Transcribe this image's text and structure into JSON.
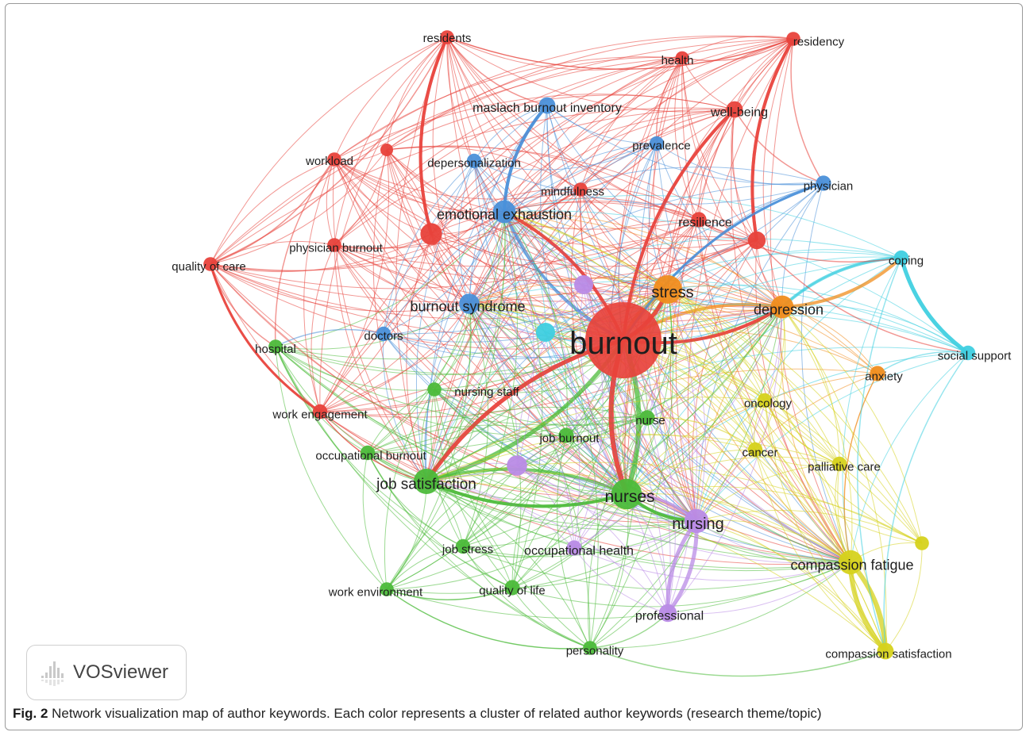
{
  "logo": {
    "text": "VOSviewer"
  },
  "caption": {
    "fig": "Fig. 2",
    "text": " Network visualization map of author keywords. Each color represents a cluster of related author keywords (research theme/topic)"
  },
  "colors": {
    "red": "#e8423b",
    "blue": "#4a90d9",
    "green": "#4cbb3a",
    "yellow": "#d6d21c",
    "orange": "#f08d1e",
    "cyan": "#3fcfe0",
    "purple": "#b98be6"
  },
  "nodes": [
    {
      "id": "burnout",
      "label": "burnout",
      "cluster": "red",
      "weight": 10
    },
    {
      "id": "residents",
      "label": "residents",
      "cluster": "red",
      "weight": 1.2
    },
    {
      "id": "residency",
      "label": "residency",
      "cluster": "red",
      "weight": 1.2
    },
    {
      "id": "health",
      "label": "health",
      "cluster": "red",
      "weight": 1.1
    },
    {
      "id": "wellbeing",
      "label": "well-being",
      "cluster": "red",
      "weight": 1.6
    },
    {
      "id": "workload",
      "label": "workload",
      "cluster": "red",
      "weight": 1.2
    },
    {
      "id": "physician_burnout",
      "label": "physician burnout",
      "cluster": "red",
      "weight": 1.2
    },
    {
      "id": "quality_of_care",
      "label": "quality of care",
      "cluster": "red",
      "weight": 1.2
    },
    {
      "id": "work_engagement",
      "label": "work engagement",
      "cluster": "red",
      "weight": 1.3
    },
    {
      "id": "resilience",
      "label": "resilience",
      "cluster": "red",
      "weight": 1.4
    },
    {
      "id": "mindfulness",
      "label": "mindfulness",
      "cluster": "red",
      "weight": 1.2
    },
    {
      "id": "red_unlabeled_a",
      "label": "",
      "cluster": "red",
      "weight": 2.4
    },
    {
      "id": "red_unlabeled_b",
      "label": "",
      "cluster": "red",
      "weight": 1.8
    },
    {
      "id": "red_unlabeled_c",
      "label": "",
      "cluster": "red",
      "weight": 1.0
    },
    {
      "id": "mbi",
      "label": "maslach burnout inventory",
      "cluster": "blue",
      "weight": 1.6
    },
    {
      "id": "depersonalization",
      "label": "depersonalization",
      "cluster": "blue",
      "weight": 1.3
    },
    {
      "id": "prevalence",
      "label": "prevalence",
      "cluster": "blue",
      "weight": 1.3
    },
    {
      "id": "emotional_exhaustion",
      "label": "emotional exhaustion",
      "cluster": "blue",
      "weight": 2.6
    },
    {
      "id": "burnout_syndrome",
      "label": "burnout syndrome",
      "cluster": "blue",
      "weight": 2.2
    },
    {
      "id": "doctors",
      "label": "doctors",
      "cluster": "blue",
      "weight": 1.3
    },
    {
      "id": "physician",
      "label": "physician",
      "cluster": "blue",
      "weight": 1.4
    },
    {
      "id": "stress",
      "label": "stress",
      "cluster": "orange",
      "weight": 3.5
    },
    {
      "id": "depression",
      "label": "depression",
      "cluster": "orange",
      "weight": 2.6
    },
    {
      "id": "anxiety",
      "label": "anxiety",
      "cluster": "orange",
      "weight": 1.4
    },
    {
      "id": "coping",
      "label": "coping",
      "cluster": "cyan",
      "weight": 1.3
    },
    {
      "id": "social_support",
      "label": "social support",
      "cluster": "cyan",
      "weight": 1.3
    },
    {
      "id": "cyan_unlabeled",
      "label": "",
      "cluster": "cyan",
      "weight": 2.0
    },
    {
      "id": "hospital",
      "label": "hospital",
      "cluster": "green",
      "weight": 1.2
    },
    {
      "id": "nursing_staff",
      "label": "nursing staff",
      "cluster": "green",
      "weight": 1.2
    },
    {
      "id": "nurse",
      "label": "nurse",
      "cluster": "green",
      "weight": 1.4
    },
    {
      "id": "job_burnout",
      "label": "job burnout",
      "cluster": "green",
      "weight": 1.4
    },
    {
      "id": "occupational_burnout",
      "label": "occupational burnout",
      "cluster": "green",
      "weight": 1.3
    },
    {
      "id": "job_satisfaction",
      "label": "job satisfaction",
      "cluster": "green",
      "weight": 3.0
    },
    {
      "id": "nurses",
      "label": "nurses",
      "cluster": "green",
      "weight": 3.8
    },
    {
      "id": "job_stress",
      "label": "job stress",
      "cluster": "green",
      "weight": 1.3
    },
    {
      "id": "work_environment",
      "label": "work environment",
      "cluster": "green",
      "weight": 1.2
    },
    {
      "id": "quality_of_life",
      "label": "quality of life",
      "cluster": "green",
      "weight": 1.4
    },
    {
      "id": "personality",
      "label": "personality",
      "cluster": "green",
      "weight": 1.2
    },
    {
      "id": "oncology",
      "label": "oncology",
      "cluster": "yellow",
      "weight": 1.3
    },
    {
      "id": "cancer",
      "label": "cancer",
      "cluster": "yellow",
      "weight": 1.3
    },
    {
      "id": "palliative_care",
      "label": "palliative care",
      "cluster": "yellow",
      "weight": 1.3
    },
    {
      "id": "compassion_fatigue",
      "label": "compassion fatigue",
      "cluster": "yellow",
      "weight": 2.8
    },
    {
      "id": "compassion_satisfaction",
      "label": "compassion satisfaction",
      "cluster": "yellow",
      "weight": 1.6
    },
    {
      "id": "yellow_unlabeled",
      "label": "",
      "cluster": "yellow",
      "weight": 1.2
    },
    {
      "id": "nursing",
      "label": "nursing",
      "cluster": "purple",
      "weight": 2.8
    },
    {
      "id": "occupational_health",
      "label": "occupational health",
      "cluster": "purple",
      "weight": 1.4
    },
    {
      "id": "professional",
      "label": "professional",
      "cluster": "purple",
      "weight": 1.8
    },
    {
      "id": "purple_unlabeled_a",
      "label": "",
      "cluster": "purple",
      "weight": 2.0
    },
    {
      "id": "purple_unlabeled_b",
      "label": "",
      "cluster": "purple",
      "weight": 2.2
    }
  ]
}
